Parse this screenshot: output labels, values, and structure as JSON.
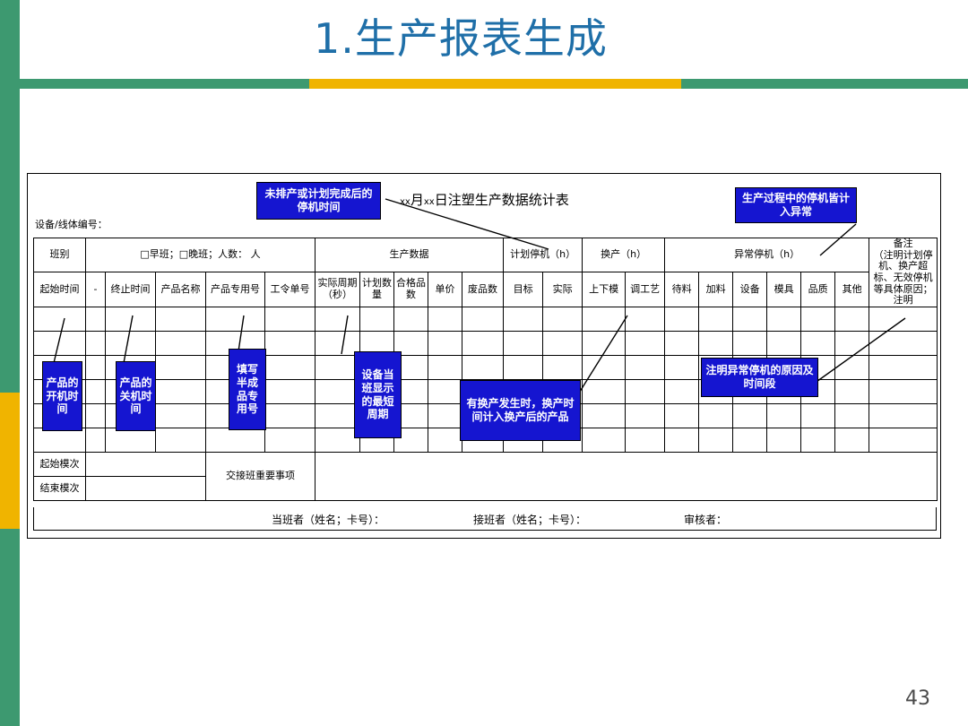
{
  "slide": {
    "title": "1.生产报表生成",
    "page_number": "43",
    "accent_green": "#3d9970",
    "accent_yellow": "#f0b400",
    "title_color": "#1f6fa8"
  },
  "sheet": {
    "title_prefix": "xx",
    "title_mid": "月",
    "title_prefix2": "xx",
    "title_rest": "日注塑生产数据统计表",
    "equipment_label": "设备/线体编号："
  },
  "table": {
    "group_headers": [
      {
        "label": "班别",
        "span": 1
      },
      {
        "label": "□早班；□晚班；人数： 人",
        "span": 5
      },
      {
        "label": "生产数据",
        "span": 5
      },
      {
        "label": "计划停机（h）",
        "span": 2
      },
      {
        "label": "换产（h）",
        "span": 2
      },
      {
        "label": "异常停机（h）",
        "span": 6
      },
      {
        "label": "备注",
        "span": 1
      }
    ],
    "remark_note": "（注明计划停机、换产超标、无效停机等具体原因；注明",
    "sub_headers": [
      "起始时间",
      "-",
      "终止时间",
      "产品名称",
      "产品专用号",
      "工令单号",
      "实际周期（秒）",
      "计划数量",
      "合格品数",
      "单价",
      "废品数",
      "目标",
      "实际",
      "上下模",
      "调工艺",
      "待料",
      "加料",
      "设备",
      "模具",
      "品质",
      "其他",
      "备注"
    ],
    "body_row_count": 6,
    "footer_rows": [
      {
        "label": "起始模次",
        "note": "交接班重要事项"
      },
      {
        "label": "结束模次",
        "note": ""
      }
    ]
  },
  "signatures": {
    "on_duty": "当班者（姓名；卡号）：",
    "next_shift": "接班者（姓名；卡号）：",
    "reviewer": "审核者："
  },
  "callouts": [
    {
      "id": "unplanned-stop",
      "text": "未排产或计划完成后的停机时间"
    },
    {
      "id": "in-process-stop",
      "text": "生产过程中的停机皆计入异常"
    },
    {
      "id": "product-start-time",
      "text": "产品的开机时间"
    },
    {
      "id": "product-stop-time",
      "text": "产品的关机时间"
    },
    {
      "id": "semi-finished-code",
      "text": "填写半成品专用号"
    },
    {
      "id": "shortest-cycle",
      "text": "设备当班显示的最短周期"
    },
    {
      "id": "changeover-rule",
      "text": "有换产发生时，换产时间计入换产后的产品"
    },
    {
      "id": "abnormal-reason",
      "text": "注明异常停机的原因及时间段"
    }
  ]
}
